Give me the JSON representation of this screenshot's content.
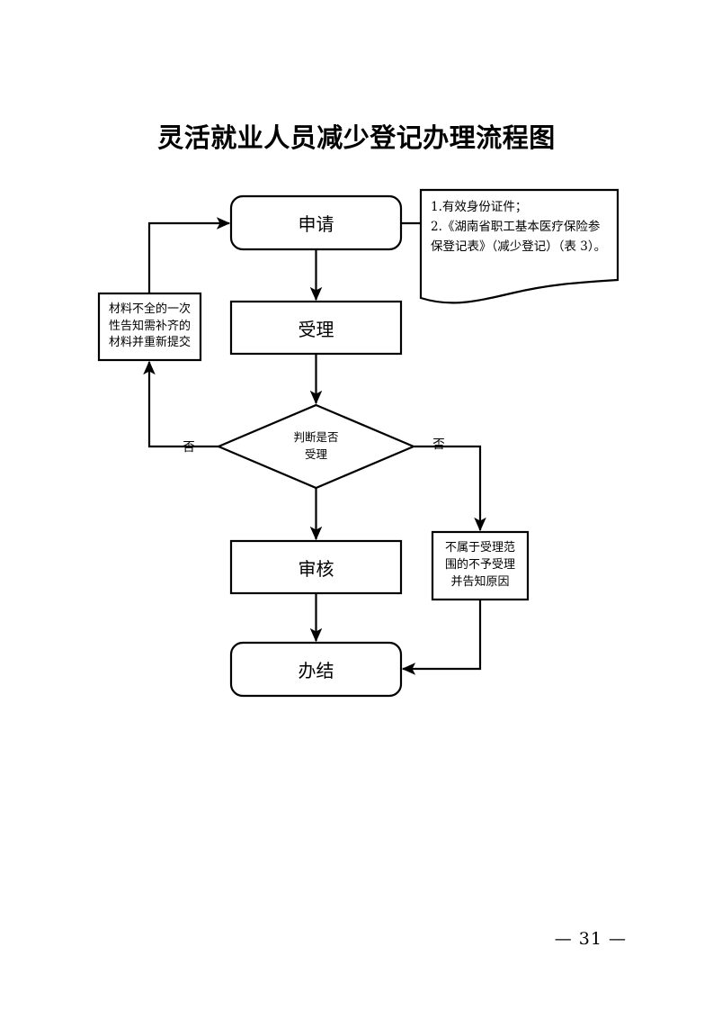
{
  "document": {
    "title": "灵活就业人员减少登记办理流程图",
    "page_number": "— 31 —"
  },
  "chart_data": {
    "type": "diagram",
    "subtype": "flowchart",
    "title": "灵活就业人员减少登记办理流程图",
    "orientation": "top-to-bottom",
    "nodes": [
      {
        "id": "apply",
        "label": "申请",
        "shape": "rounded-rect"
      },
      {
        "id": "accept",
        "label": "受理",
        "shape": "rect"
      },
      {
        "id": "decide",
        "label": "判断是否\n受理",
        "shape": "diamond"
      },
      {
        "id": "review",
        "label": "审核",
        "shape": "rect"
      },
      {
        "id": "finish",
        "label": "办结",
        "shape": "rounded-rect"
      },
      {
        "id": "incomplete",
        "label": "材料不全的一次性告知需补齐的材料并重新提交",
        "shape": "rect"
      },
      {
        "id": "reject",
        "label": "不属于受理范围的不予受理并告知原因",
        "shape": "rect"
      },
      {
        "id": "note",
        "label": "1.有效身份证件；\n2.《湖南省职工基本医疗保险参保登记表》（减少登记）（表 3）。",
        "shape": "document"
      }
    ],
    "edges": [
      {
        "from": "apply",
        "to": "accept",
        "label": ""
      },
      {
        "from": "accept",
        "to": "decide",
        "label": ""
      },
      {
        "from": "decide",
        "to": "incomplete",
        "label": "否"
      },
      {
        "from": "decide",
        "to": "reject",
        "label": "否"
      },
      {
        "from": "decide",
        "to": "review",
        "label": ""
      },
      {
        "from": "incomplete",
        "to": "apply",
        "label": ""
      },
      {
        "from": "review",
        "to": "finish",
        "label": ""
      },
      {
        "from": "reject",
        "to": "finish",
        "label": ""
      },
      {
        "from": "apply",
        "to": "note",
        "label": "",
        "style": "plain-connector"
      }
    ]
  },
  "nodes": {
    "apply": {
      "label": "申请"
    },
    "accept": {
      "label": "受理"
    },
    "decide": {
      "line1": "判断是否",
      "line2": "受理"
    },
    "review": {
      "label": "审核"
    },
    "finish": {
      "label": "办结"
    },
    "incomplete": {
      "line1": "材料不全的一次",
      "line2": "性告知需补齐的",
      "line3": "材料并重新提交"
    },
    "reject": {
      "line1": "不属于受理范",
      "line2": "围的不予受理",
      "line3": "并告知原因"
    },
    "note": {
      "line1": "1.有效身份证件；",
      "line2": "2.《湖南省职工基本医疗保险参",
      "line3": "保登记表》（减少登记）（表 3）。"
    }
  },
  "edge_labels": {
    "decide_no_left": "否",
    "decide_no_right": "否"
  },
  "colors": {
    "stroke": "#000000",
    "fill": "#ffffff",
    "text": "#000000",
    "background": "#ffffff"
  }
}
